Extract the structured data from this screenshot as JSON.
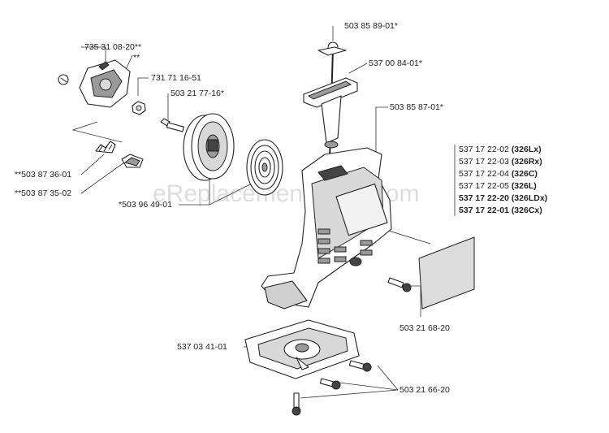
{
  "watermark": "eReplacementParts.com",
  "callouts": {
    "c1": "735 31 08-20**",
    "c2": "**",
    "c3": "731 71 16-51",
    "c4": "503 21 77-16*",
    "c5": "503 85 89-01*",
    "c6": "537 00 84-01*",
    "c7": "503 85 87-01*",
    "c8": "**503 87 36-01",
    "c9": "**503 87 35-02",
    "c10": "*503 96 49-01",
    "c11": "503 21 68-20",
    "c12": "537 03 41-01",
    "c13": "503 21 66-20"
  },
  "decal_list": [
    {
      "num": "537 17 22-02",
      "model": "(326Lx)",
      "bold": false
    },
    {
      "num": "537 17 22-03",
      "model": "(326Rx)",
      "bold": false
    },
    {
      "num": "537 17 22-04",
      "model": "(326C)",
      "bold": false
    },
    {
      "num": "537 17 22-05",
      "model": "(326L)",
      "bold": false
    },
    {
      "num": "537 17 22-20",
      "model": "(326LDx)",
      "bold": true
    },
    {
      "num": "537 17 22-01",
      "model": "(326Cx)",
      "bold": true
    }
  ]
}
